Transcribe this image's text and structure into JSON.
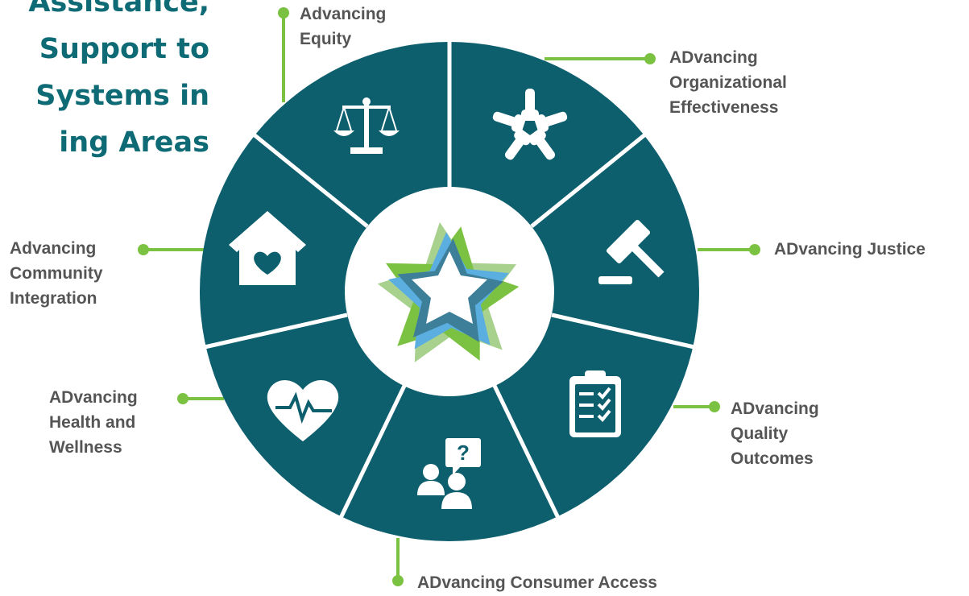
{
  "heading": {
    "lines": [
      "Assistance,",
      "Support to",
      "Systems in",
      "ing Areas"
    ]
  },
  "areas": [
    {
      "id": "equity",
      "label_lines": [
        "Advancing",
        "Equity"
      ],
      "icon": "scales-icon"
    },
    {
      "id": "organizational",
      "label_lines": [
        "ADvancing",
        "Organizational",
        "Effectiveness"
      ],
      "icon": "hands-together-icon"
    },
    {
      "id": "justice",
      "label_lines": [
        "ADvancing Justice"
      ],
      "icon": "gavel-icon"
    },
    {
      "id": "quality",
      "label_lines": [
        "ADvancing",
        "Quality",
        "Outcomes"
      ],
      "icon": "clipboard-checklist-icon"
    },
    {
      "id": "consumer",
      "label_lines": [
        "ADvancing Consumer Access"
      ],
      "icon": "people-question-icon"
    },
    {
      "id": "health",
      "label_lines": [
        "ADvancing",
        "Health and",
        "Wellness"
      ],
      "icon": "heart-pulse-icon"
    },
    {
      "id": "community",
      "label_lines": [
        "Advancing",
        "Community",
        "Integration"
      ],
      "icon": "house-heart-icon"
    }
  ],
  "center_icon": "star-logo-icon",
  "colors": {
    "wheel": "#0e5f6e",
    "connector": "#7cc242",
    "heading": "#0e6a74",
    "label": "#555555",
    "star_light_green": "#a9d18e",
    "star_green": "#7cc242",
    "star_blue": "#5aafe0",
    "star_teal": "#3d7f99"
  }
}
